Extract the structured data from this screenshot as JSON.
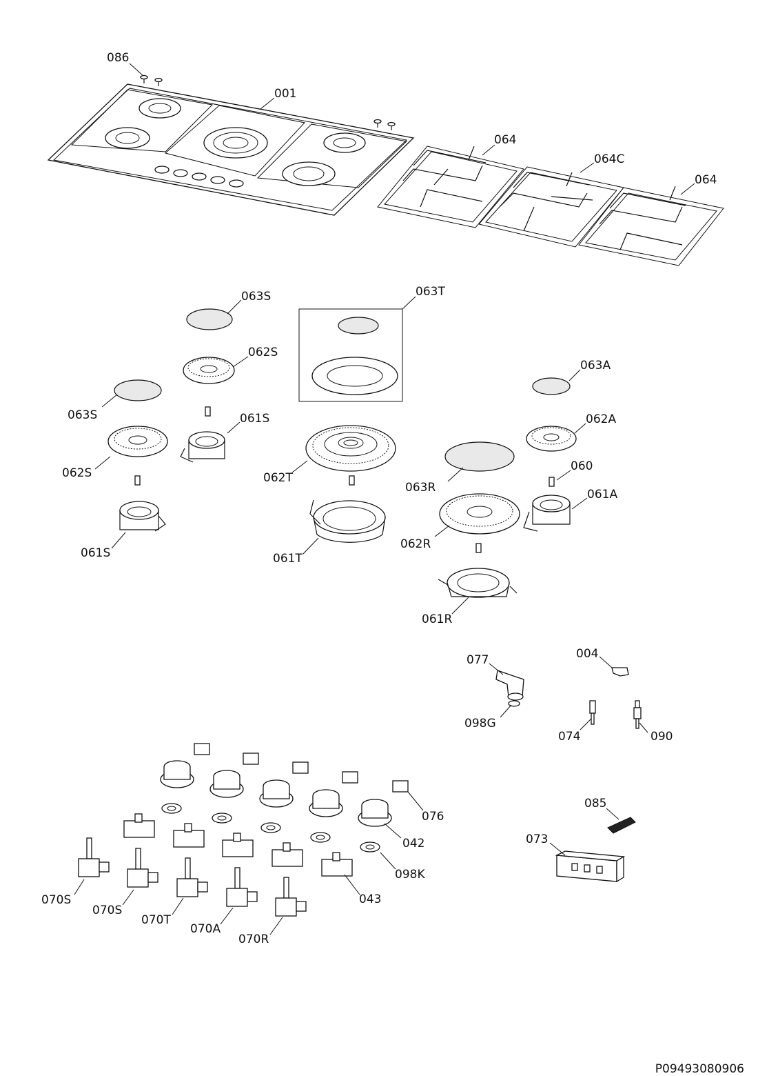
{
  "labels": {
    "l086": "086",
    "l001": "001",
    "l064a": "064",
    "l064c": "064C",
    "l064b": "064",
    "l063s_top": "063S",
    "l063t": "063T",
    "l062s_top": "062S",
    "l063a": "063A",
    "l063s_left": "063S",
    "l061s_top": "061S",
    "l062a": "062A",
    "l062s_left": "062S",
    "l062t": "062T",
    "l060": "060",
    "l063r": "063R",
    "l061a": "061A",
    "l061s_left": "061S",
    "l062r": "062R",
    "l061t": "061T",
    "l061r": "061R",
    "l077": "077",
    "l004": "004",
    "l098g": "098G",
    "l074": "074",
    "l090": "090",
    "l076": "076",
    "l085": "085",
    "l042": "042",
    "l073": "073",
    "l098k": "098K",
    "l070s_a": "070S",
    "l043": "043",
    "l070s_b": "070S",
    "l070t": "070T",
    "l070a": "070A",
    "l070r": "070R"
  },
  "drawing_ref": "P09493080906"
}
